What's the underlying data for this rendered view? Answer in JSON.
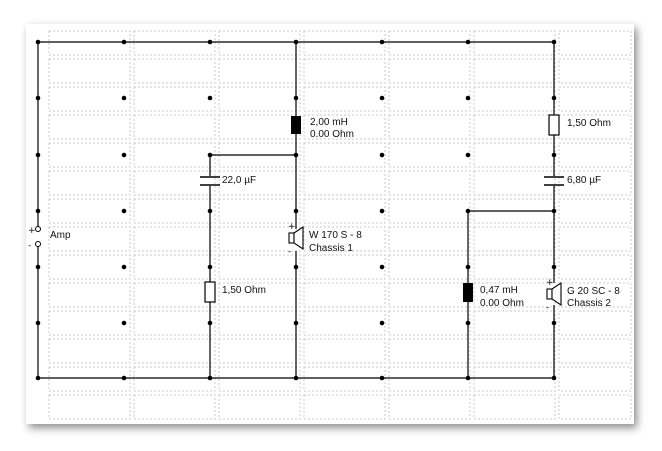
{
  "schematic": {
    "amp": {
      "label": "Amp",
      "plus": "+",
      "minus": "-"
    },
    "components": {
      "inductor_top": {
        "line1": "2,00 mH",
        "line2": "0.00 Ohm"
      },
      "resistor_right": {
        "line1": "1,50 Ohm"
      },
      "capacitor_left": {
        "line1": "22,0 µF"
      },
      "capacitor_right": {
        "line1": "6,80 µF"
      },
      "woofer": {
        "line1": "W 170 S - 8",
        "line2": "Chassis 1",
        "plus": "+",
        "minus": "-"
      },
      "resistor_left": {
        "line1": "1,50 Ohm"
      },
      "inductor_bottom": {
        "line1": "0,47 mH",
        "line2": "0.00 Ohm"
      },
      "tweeter": {
        "line1": "G 20 SC - 8",
        "line2": "Chassis 2",
        "plus": "+",
        "minus": "-"
      }
    },
    "colors": {
      "wire": "#000000",
      "grid": "#c8c8c8",
      "inductor_fill": "#000000"
    }
  }
}
